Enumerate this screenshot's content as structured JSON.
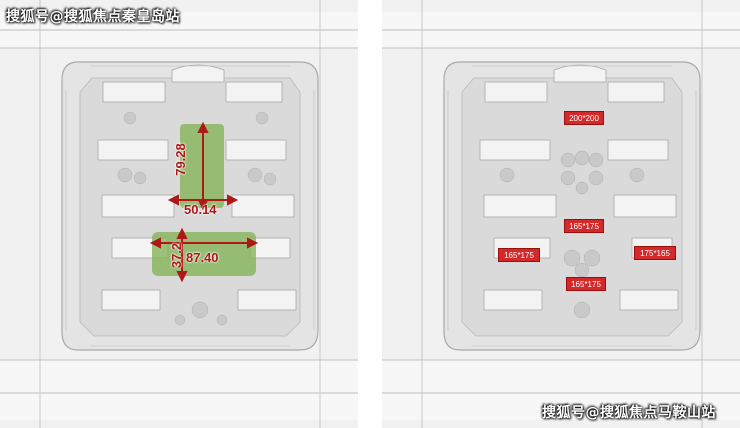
{
  "watermarks": {
    "top": "搜狐号@搜狐焦点秦皇岛站",
    "bottom": "搜狐号@搜狐焦点马鞍山站"
  },
  "left_plan": {
    "dimensions": {
      "upper_height": "79.28",
      "upper_width": "50.14",
      "lower_width": "87.40",
      "lower_height": "37.2"
    }
  },
  "right_plan": {
    "courtyards": {
      "top": "200*200",
      "center": "165*175",
      "left": "165*175",
      "right": "175*165",
      "bottom": "165*175"
    }
  },
  "colors": {
    "green_zone": "#7fb04f",
    "dimension_red": "#b01818",
    "courtyard_red": "#d22a2a",
    "site_fill": "#d8d8d8",
    "background": "#f1f1f1"
  }
}
